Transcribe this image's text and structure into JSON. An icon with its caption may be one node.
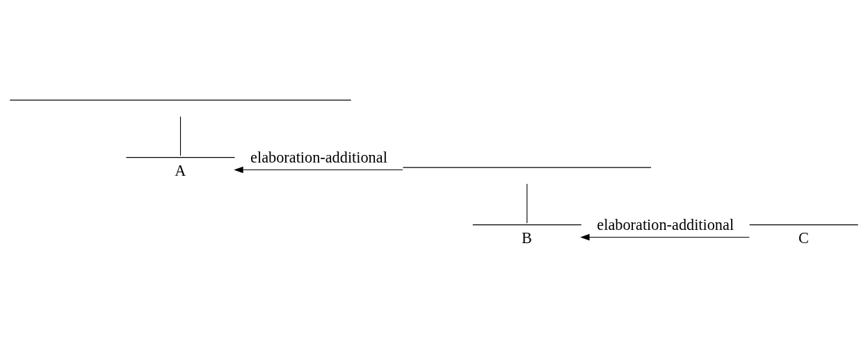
{
  "diagram": {
    "nodes": [
      {
        "text": [],
        "shape": "bar"
      },
      {
        "text": [
          "A"
        ]
      },
      {
        "text": [],
        "shape": "bar"
      },
      {
        "text": [
          "B"
        ]
      },
      {
        "text": [
          "C"
        ]
      }
    ],
    "edges": [
      {
        "from": 0,
        "to": 1,
        "arrow": "none"
      },
      {
        "from": 2,
        "to": 1,
        "arrow": "to",
        "label": "elaboration-additional"
      },
      {
        "from": 2,
        "to": 3,
        "arrow": "none"
      },
      {
        "from": 4,
        "to": 3,
        "arrow": "to",
        "label": "elaboration-additional"
      }
    ]
  }
}
